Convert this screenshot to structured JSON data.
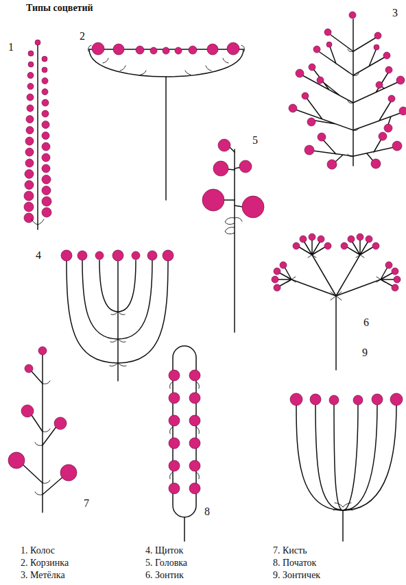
{
  "diagram": {
    "title": "Типы соцветий",
    "labels": [
      "1",
      "2",
      "3",
      "5",
      "4",
      "6",
      "7",
      "8",
      "9",
      "1. Колос",
      "2. Корзинка",
      "3. Метёлка",
      "4. Щиток",
      "5. Головка",
      "6. Зонтик",
      "7. Кисть",
      "8. Початок",
      "9. Зонтичек"
    ]
  }
}
